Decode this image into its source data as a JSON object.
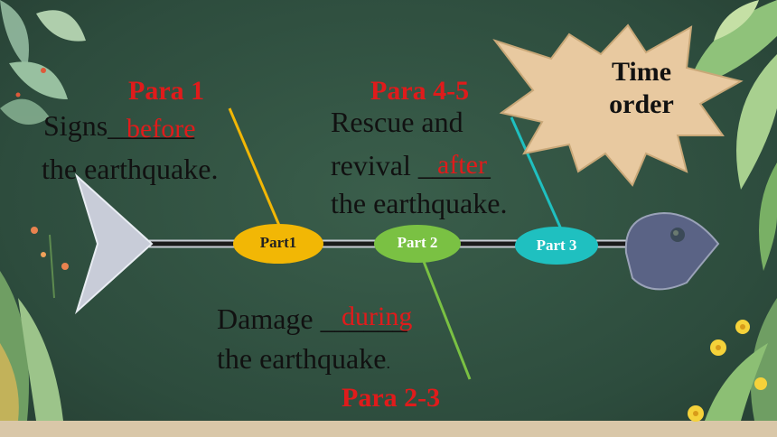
{
  "title": {
    "line1": "Time",
    "line2": "order"
  },
  "parts": [
    {
      "label": "Part1",
      "color": "#f2b705",
      "text_color": "#222222"
    },
    {
      "label": "Part 2",
      "color": "#7ac143",
      "text_color": "#ffffff"
    },
    {
      "label": "Part 3",
      "color": "#1fc0c0",
      "text_color": "#ffffff"
    }
  ],
  "branches": {
    "signs": {
      "para": "Para 1",
      "line1_prefix": "Signs",
      "line1_blank": "______",
      "answer": "before",
      "line2": "the earthquake."
    },
    "rescue": {
      "para": "Para 4-5",
      "line1": "Rescue and",
      "line2_prefix": "revival ",
      "line2_blank": "_____",
      "answer": "after",
      "line3": "the earthquake."
    },
    "damage": {
      "para": "Para 2-3",
      "line1_prefix": "Damage ",
      "line1_blank": "______",
      "answer": "during",
      "line2": "the earthquake",
      "line2_suffix": "."
    }
  },
  "colors": {
    "board": "#2f4f3f",
    "answer_red": "#e01b1b",
    "star": "#e8c9a0",
    "fish_tail": "#c8ccd8",
    "fish_head": "#5a6385"
  }
}
